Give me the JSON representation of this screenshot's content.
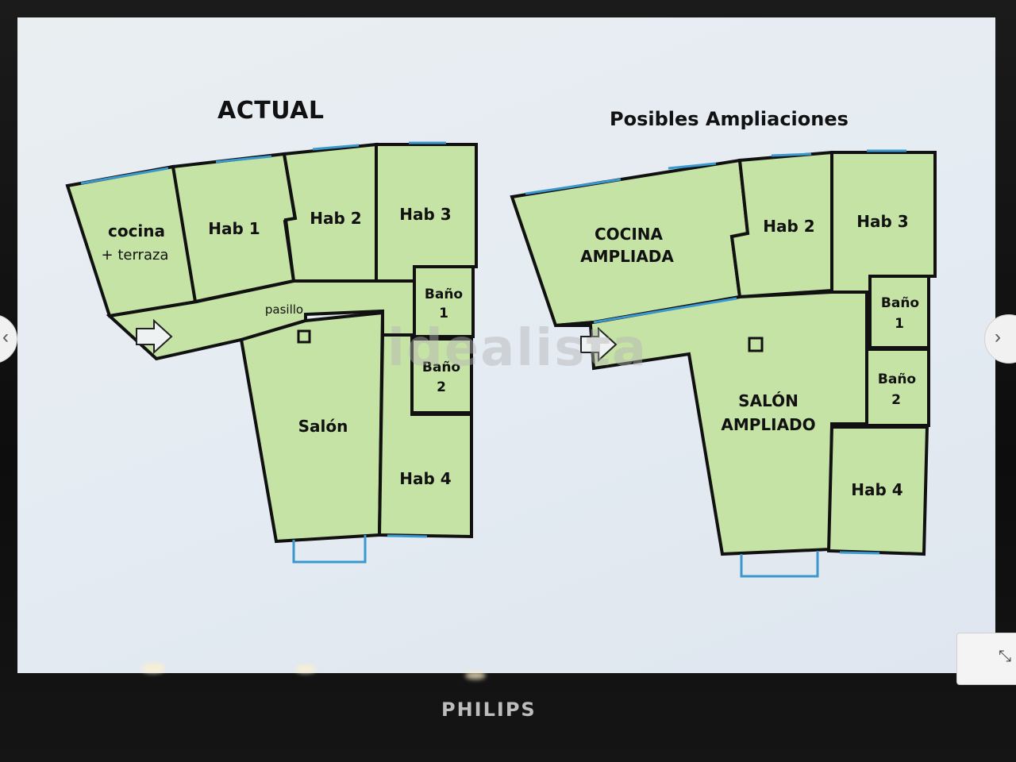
{
  "titles": {
    "actual": "ACTUAL",
    "possible": "Posibles Ampliaciones"
  },
  "actual_plan": {
    "cocina": "cocina",
    "cocina_extra": "+ terraza",
    "hab1": "Hab 1",
    "hab2": "Hab 2",
    "hab3": "Hab 3",
    "hab4": "Hab 4",
    "pasillo": "pasillo",
    "bano1_a": "Baño",
    "bano1_b": "1",
    "bano2_a": "Baño",
    "bano2_b": "2",
    "salon": "Salón"
  },
  "extended_plan": {
    "cocina_a": "COCINA",
    "cocina_b": "AMPLIADA",
    "hab2": "Hab 2",
    "hab3": "Hab 3",
    "hab4": "Hab 4",
    "bano1_a": "Baño",
    "bano1_b": "1",
    "bano2_a": "Baño",
    "bano2_b": "2",
    "salon_a": "SALÓN",
    "salon_b": "AMPLIADO"
  },
  "watermark": "idealista",
  "monitor": {
    "brand": "PHILIPS"
  },
  "controls": {
    "prev_icon": "chevron-left-icon",
    "next_icon": "chevron-right-icon",
    "expand_icon": "expand-arrows-icon",
    "prev_glyph": "‹",
    "next_glyph": "›",
    "expand_glyph": "⤡"
  },
  "colors": {
    "room_fill": "#c6e3a6",
    "wall": "#111111",
    "window": "#3a98cc",
    "screen_bg": "#e7edf1"
  }
}
